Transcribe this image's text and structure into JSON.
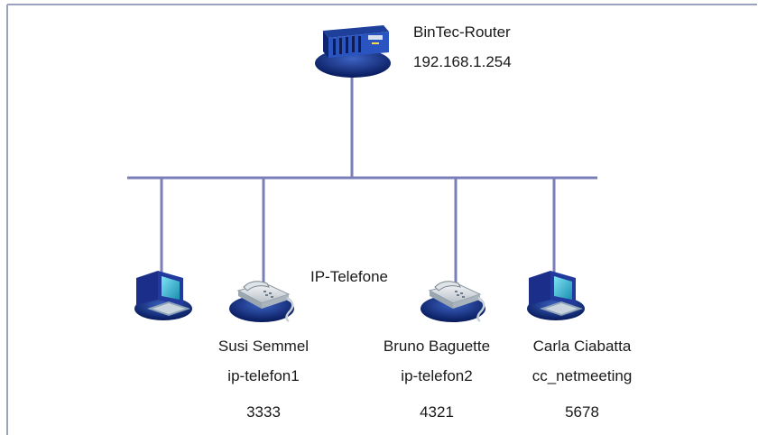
{
  "router": {
    "name": "BinTec-Router",
    "ip": "192.168.1.254"
  },
  "group_label": "IP-Telefone",
  "devices": [
    {
      "icon": "pc-icon"
    },
    {
      "icon": "ip-phone-icon",
      "user": "Susi Semmel",
      "host": "ip-telefon1",
      "number": "3333"
    },
    {
      "icon": "ip-phone-icon",
      "user": "Bruno Baguette",
      "host": "ip-telefon2",
      "number": "4321"
    },
    {
      "icon": "pc-icon",
      "user": "Carla Ciabatta",
      "host": "cc_netmeeting",
      "number": "5678"
    }
  ],
  "colors": {
    "border": "#9aa3bb",
    "network_line": "#7b7fb8",
    "pedestal": "#0b2a7a"
  }
}
